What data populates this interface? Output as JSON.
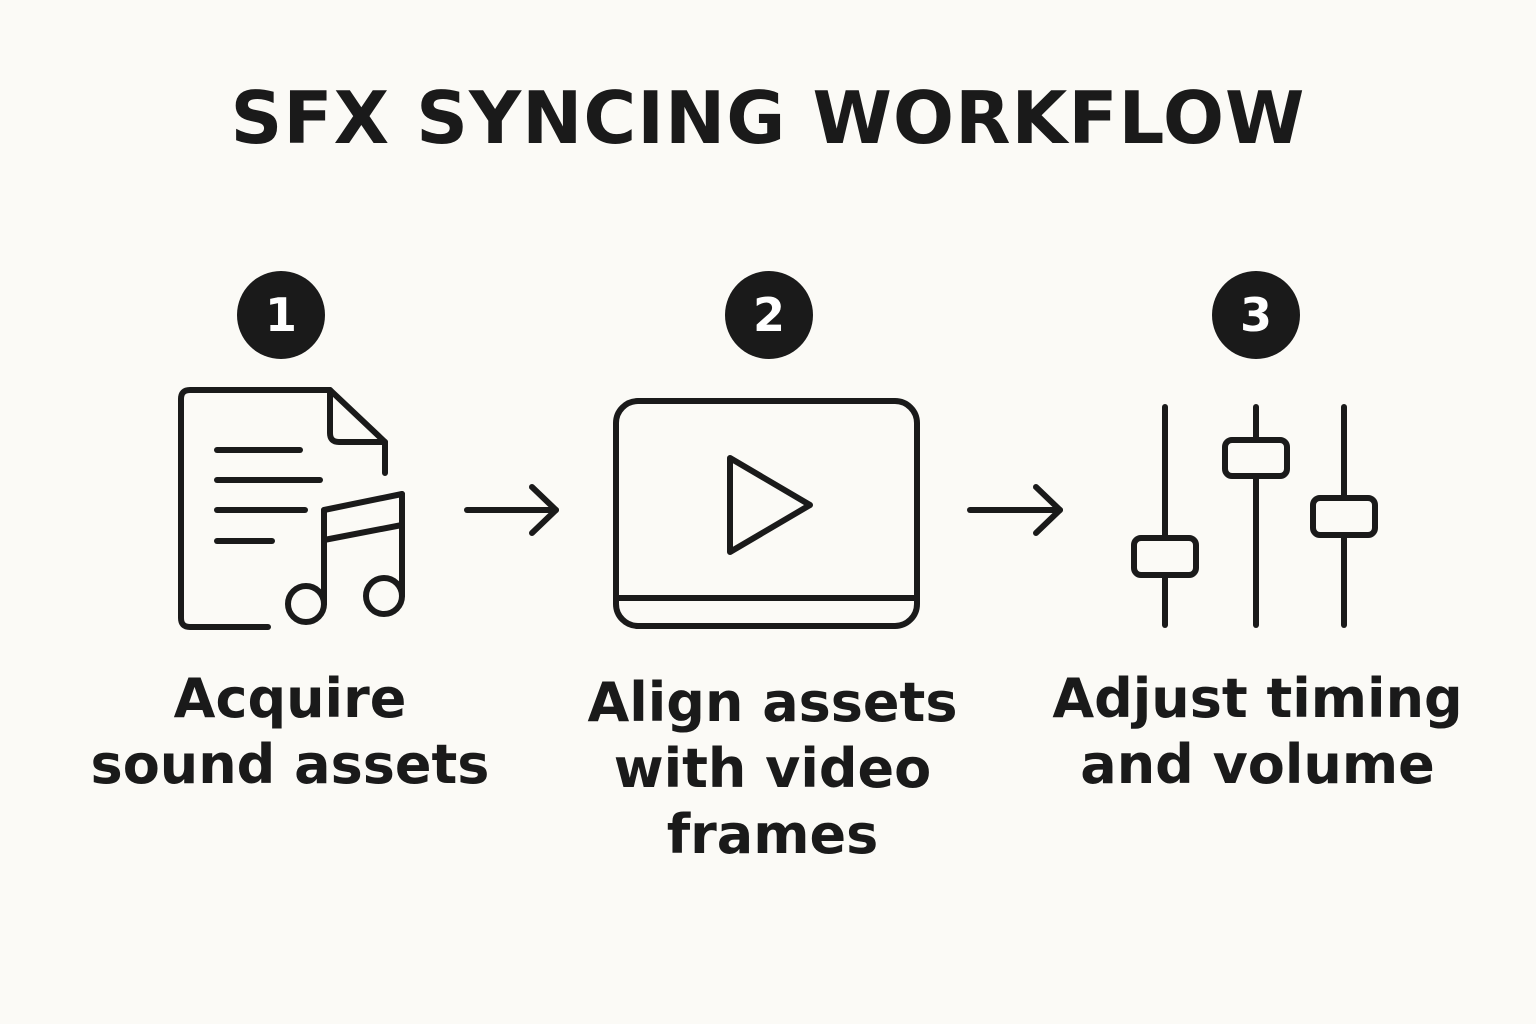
{
  "title": "SFX SYNCING WORKFLOW",
  "steps": [
    {
      "number": "1",
      "icon": "document-music-icon",
      "label_lines": [
        "Acquire",
        "sound assets"
      ]
    },
    {
      "number": "2",
      "icon": "video-play-icon",
      "label_lines": [
        "Align assets",
        "with video",
        "frames"
      ]
    },
    {
      "number": "3",
      "icon": "mixer-sliders-icon",
      "label_lines": [
        "Adjust timing",
        "and volume"
      ]
    }
  ],
  "connectors": [
    "arrow-right-icon",
    "arrow-right-icon"
  ],
  "colors": {
    "background": "#fbfaf6",
    "ink": "#1a1a1a",
    "badge_text": "#ffffff"
  }
}
